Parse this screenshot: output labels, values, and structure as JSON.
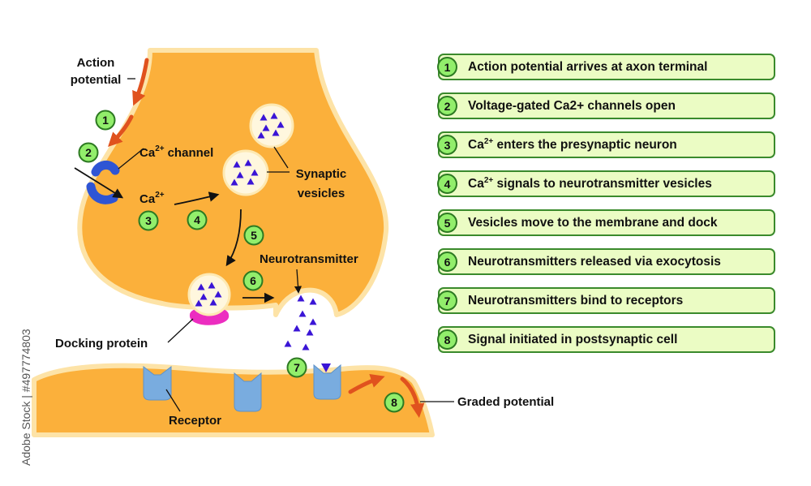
{
  "labels": {
    "action_line1": "Action",
    "action_line2": "potential",
    "ca_channel_base": "Ca",
    "ca_channel_sup": "2+",
    "ca_channel_rest": "channel",
    "ca_base": "Ca",
    "ca_sup": "2+",
    "synaptic_line1": "Synaptic",
    "synaptic_line2": "vesicles",
    "neurotransmitter": "Neurotransmitter",
    "docking_protein": "Docking protein",
    "receptor": "Receptor",
    "graded_potential": "Graded potential"
  },
  "markers": [
    "1",
    "2",
    "3",
    "4",
    "5",
    "6",
    "7",
    "8"
  ],
  "steps": [
    {
      "num": "1",
      "text": "Action potential arrives at axon terminal"
    },
    {
      "num": "2",
      "text": "Voltage-gated Ca2+ channels open"
    },
    {
      "num": "3",
      "pre": "Ca",
      "sup": "2+",
      "text": " enters the presynaptic neuron"
    },
    {
      "num": "4",
      "pre": "Ca",
      "sup": "2+",
      "text": " signals to neurotransmitter vesicles"
    },
    {
      "num": "5",
      "text": "Vesicles move to the membrane and dock"
    },
    {
      "num": "6",
      "text": "Neurotransmitters released via exocytosis"
    },
    {
      "num": "7",
      "text": "Neurotransmitters bind to receptors"
    },
    {
      "num": "8",
      "text": "Signal initiated in postsynaptic cell"
    }
  ],
  "stock_id": "Adobe Stock | #497774803",
  "colors": {
    "cell_fill": "#fbb03b",
    "cell_border": "#fde3a7",
    "vesicle_fill": "#fff7de",
    "neurotransmitter": "#3a15d6",
    "channel": "#2f55d4",
    "receptor": "#79acdf",
    "docking": "#ec2dc0",
    "arrow": "#e0521e",
    "marker_fill": "#92ee6b",
    "marker_border": "#2d7a22",
    "step_fill": "#ebfcc4",
    "step_border": "#3a8a2c"
  }
}
